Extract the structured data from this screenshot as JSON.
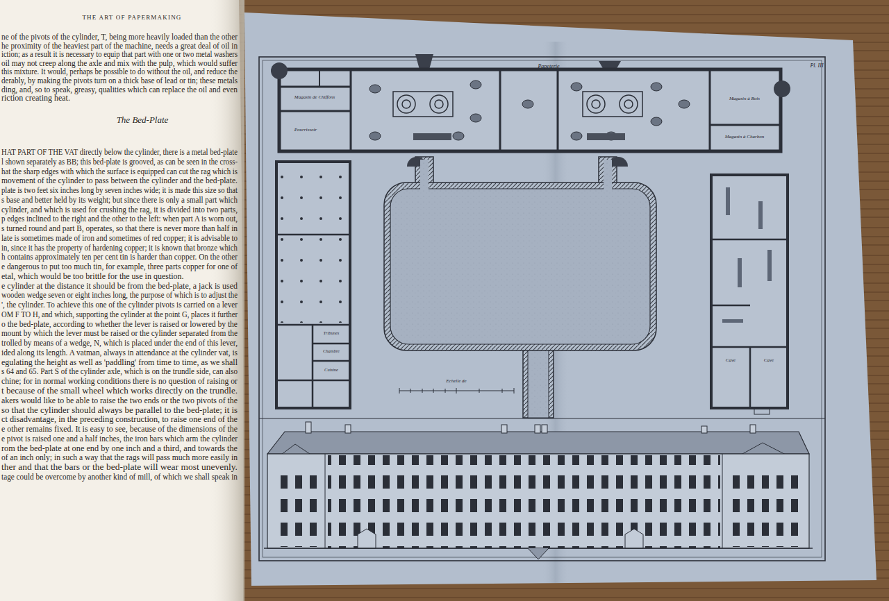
{
  "diagram": {
    "labels": [
      "THE ART OF PAPERMAKING",
      "ne of the pivots of the cylinder, T, being more heavily loaded than the other",
      "he proximity of the heaviest part of the machine, needs a great deal of oil in",
      "iction; as a result it is necessary to equip that part with one or two metal washers",
      "oil may not creep along the axle and mix with the pulp, which would suffer",
      "this mixture. It would, perhaps be possible to do without the oil, and reduce the",
      "derably, by making the pivots turn on a thick base of lead or tin; these metals",
      "ding, and, so to speak, greasy, qualities which can replace the oil and even",
      "riction creating heat.",
      "The Bed-Plate",
      "HAT PART OF THE VAT directly below the cylinder, there is a metal bed-plate",
      "l shown separately as BB; this bed-plate is grooved, as can be seen in the cross-",
      "hat the sharp edges with which the surface is equipped can cut the rag which is",
      "movement of the cylinder to pass between the cylinder and the bed-plate.",
      "plate is two feet six inches long by seven inches wide; it is made this size so that",
      "s base and better held by its weight; but since there is only a small part which",
      "cylinder, and which is used for crushing the rag, it is divided into two parts,",
      "p edges inclined to the right and the other to the left: when part A is worn out,",
      "s turned round and part B, operates, so that there is never more than half in",
      "late is sometimes made of iron and sometimes of red copper; it is advisable to",
      "in, since it has the property of hardening copper; it is known that bronze which",
      "h contains approximately ten per cent tin is harder than copper. On the other",
      "e dangerous to put too much tin, for example, three parts copper for one of",
      "etal, which would be too brittle for the use in question.",
      "e cylinder at the distance it should be from the bed-plate, a jack is used",
      "wooden wedge seven or eight inches long, the purpose of which is to adjust the",
      "', the cylinder. To achieve this one of the cylinder pivots is carried on a lever",
      "OM F TO H, and which, supporting the cylinder at the point G, places it further",
      "o the bed-plate, according to whether the lever is raised or lowered by the",
      "mount by which the lever must be raised or the cylinder separated from the",
      "trolled by means of a wedge, N, which is placed under the end of this lever,",
      "ided along its length. A vatman, always in attendance at the cylinder vat, is",
      "egulating the height as well as 'paddling' from time to time, as we shall",
      "s 64 and 65. Part S of the cylinder axle, which is on the trundle side, can also",
      "chine; for in normal working conditions there is no question of raising or",
      "t because of the small wheel which works directly on the trundle.",
      "akers would like to be able to raise the two ends or the two pivots of the",
      "so that the cylinder should always be parallel to the bed-plate; it is",
      "ct disadvantage, in the preceding construction, to raise one end of the",
      "e other remains fixed. It is easy to see, because of the dimensions of the",
      "e pivot is raised one and a half inches, the iron bars which arm the cylinder",
      "rom the bed-plate at one end by one inch and a third, and towards the",
      "of an inch only; in such a way that the rags will pass much more easily in",
      "ther and that the bars or the bed-plate will wear most unevenly.",
      "tage could be overcome by another kind of mill, of which we shall speak in",
      "Papeterie",
      "Pl. III",
      "Magasin de Chiffons",
      "Pourrissoir",
      "Magasin à Bois",
      "Magasin à Charbon",
      "Tribunes",
      "Chambre",
      "Cuisine",
      "Cave",
      "Cave",
      "Echelle de"
    ]
  }
}
